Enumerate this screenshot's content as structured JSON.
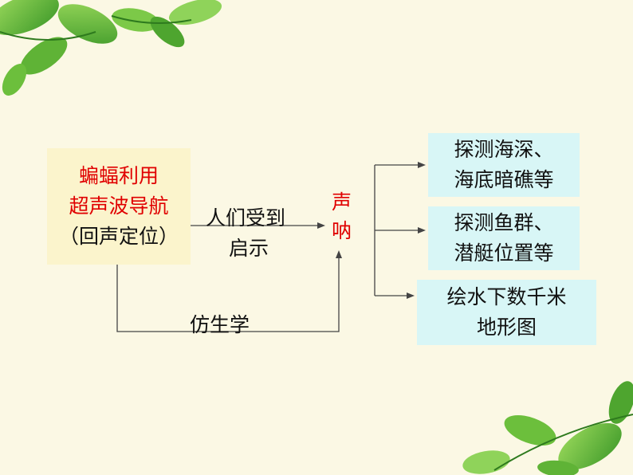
{
  "source": {
    "line1": "蝙蝠利用",
    "line2": "超声波导航",
    "line3": "（回声定位）"
  },
  "edge_labels": {
    "inspire_line1": "人们受到",
    "inspire_line2": "启示",
    "bionics": "仿生学"
  },
  "sonar": {
    "char1": "声",
    "char2": "呐"
  },
  "applications": [
    {
      "line1": "探测海深、",
      "line2": "海底暗礁等"
    },
    {
      "line1": "探测鱼群、",
      "line2": "潜艇位置等"
    },
    {
      "line1": "绘水下数千米",
      "line2": "地形图"
    }
  ],
  "colors": {
    "background": "#fbf8e4",
    "source_box": "#fbf4cc",
    "application_box": "#d8f6f6",
    "highlight_text": "#e00000",
    "leaf": "#6cbf3c"
  }
}
